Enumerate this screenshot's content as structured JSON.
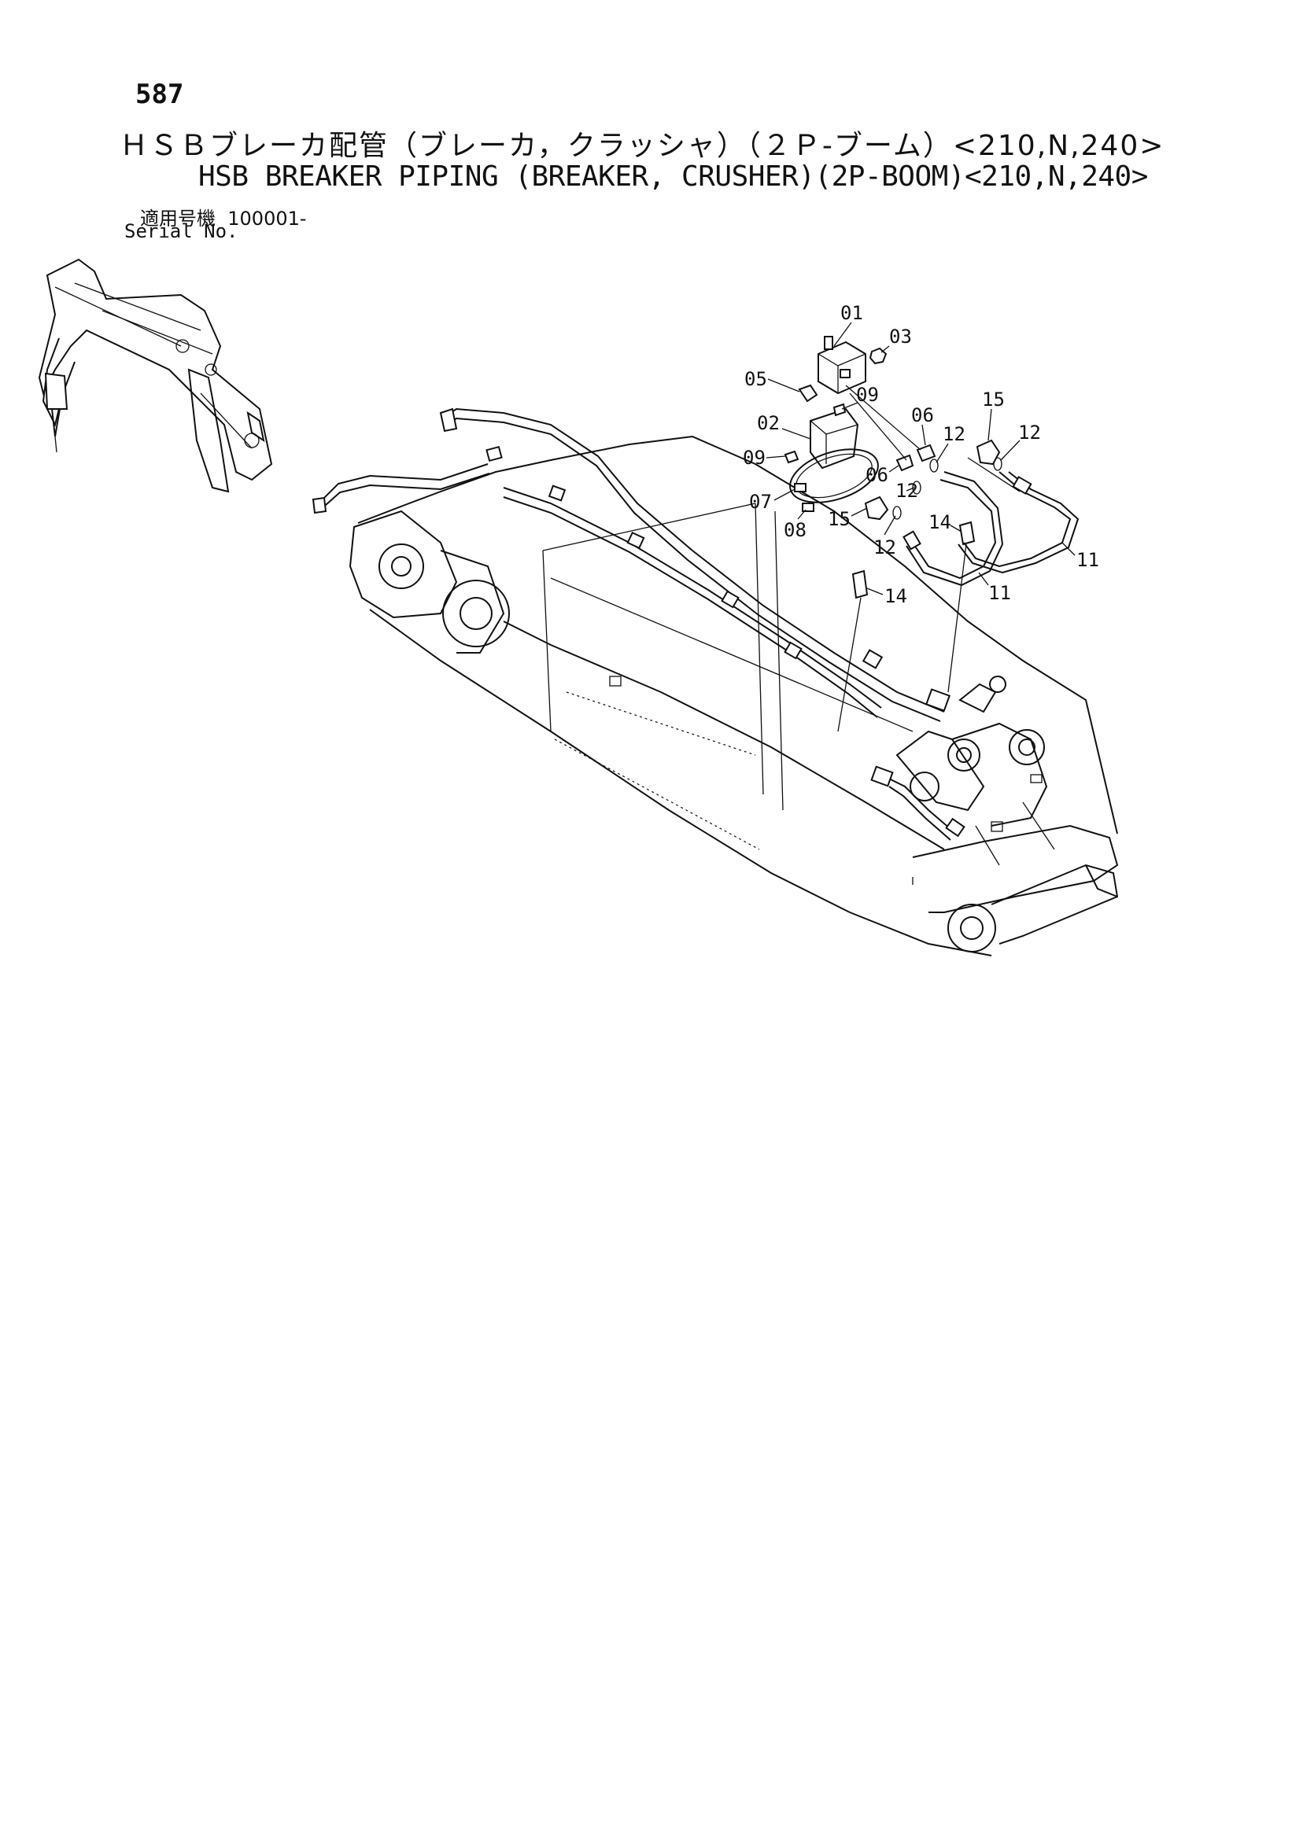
{
  "header": {
    "page_number": "587",
    "title_jp": "ＨＳＢブレーカ配管（ブレーカ，クラッシャ）（２Ｐ-ブーム）<210,N,240>",
    "title_en": "HSB BREAKER PIPING (BREAKER, CRUSHER)(2P-BOOM)<210,N,240>",
    "serial_label_jp": "適用号機",
    "serial_value": "100001-",
    "serial_label_en": "Serial No."
  },
  "callouts": {
    "c01": "01",
    "c03": "03",
    "c05": "05",
    "c09a": "09",
    "c02": "02",
    "c06a": "06",
    "c12a": "12",
    "c15a": "15",
    "c12b": "12",
    "c09b": "09",
    "c06b": "06",
    "c12c": "12",
    "c07": "07",
    "c08": "08",
    "c15b": "15",
    "c14a": "14",
    "c12d": "12",
    "c11a": "11",
    "c11b": "11",
    "c14b": "14"
  }
}
